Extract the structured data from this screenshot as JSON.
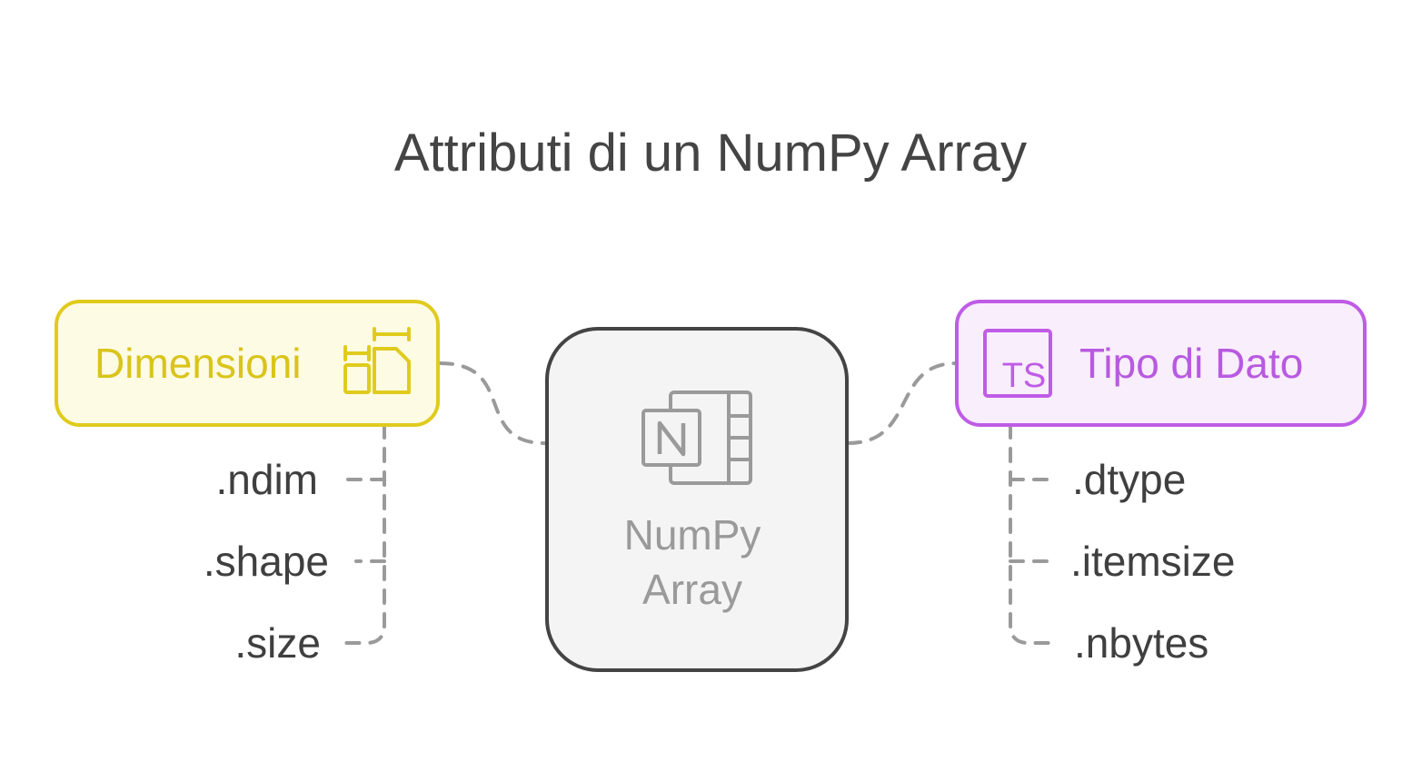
{
  "title": "Attributi di un NumPy Array",
  "colors": {
    "dimensioni_stroke": "#e0cb1d",
    "dimensioni_fill": "#fdfbe3",
    "dimensioni_text": "#d9c41a",
    "tipo_stroke": "#bf5ce6",
    "tipo_fill": "#f9eefc",
    "tipo_text": "#b85ae0",
    "center_stroke": "#444444",
    "center_fill": "#f4f4f4",
    "center_text": "#9a9a9a",
    "connector": "#9a9a9a"
  },
  "center": {
    "line1": "NumPy",
    "line2": "Array",
    "icon": "onenote-notebook-icon"
  },
  "left": {
    "label": "Dimensioni",
    "icon": "resize-shapes-icon",
    "attributes": [
      ".ndim",
      ".shape",
      ".size"
    ]
  },
  "right": {
    "label": "Tipo di Dato",
    "icon": "typescript-icon",
    "icon_text": "TS",
    "attributes": [
      ".dtype",
      ".itemsize",
      ".nbytes"
    ]
  }
}
